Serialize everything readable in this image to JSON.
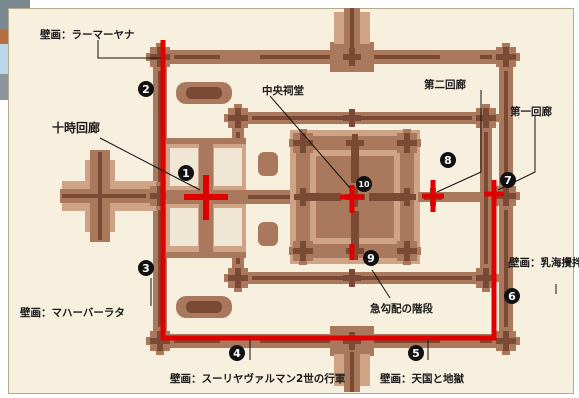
{
  "labels": {
    "mural_ramayana": "壁画：ラーマーヤナ",
    "central_shrine": "中央祠堂",
    "second_gallery": "第二回廊",
    "first_gallery": "第一回廊",
    "cruciform_gallery": "十時回廊",
    "mural_mahabharata": "壁画：マハーバーラタ",
    "mural_churning": "壁画：乳海攪拌",
    "steep_stairs": "急勾配の階段",
    "mural_suryavarman": "壁画：スーリヤヴァルマン2世の行軍",
    "mural_heaven_hell": "壁画：天国と地獄"
  },
  "numbers": [
    "1",
    "2",
    "3",
    "4",
    "5",
    "6",
    "7",
    "8",
    "9",
    "10"
  ],
  "colors": {
    "route": "#e00000",
    "stone_dark": "#7b4a34",
    "stone_mid": "#a9785d",
    "stone_light": "#cfa486",
    "panel_bg": "#f7f0df"
  }
}
